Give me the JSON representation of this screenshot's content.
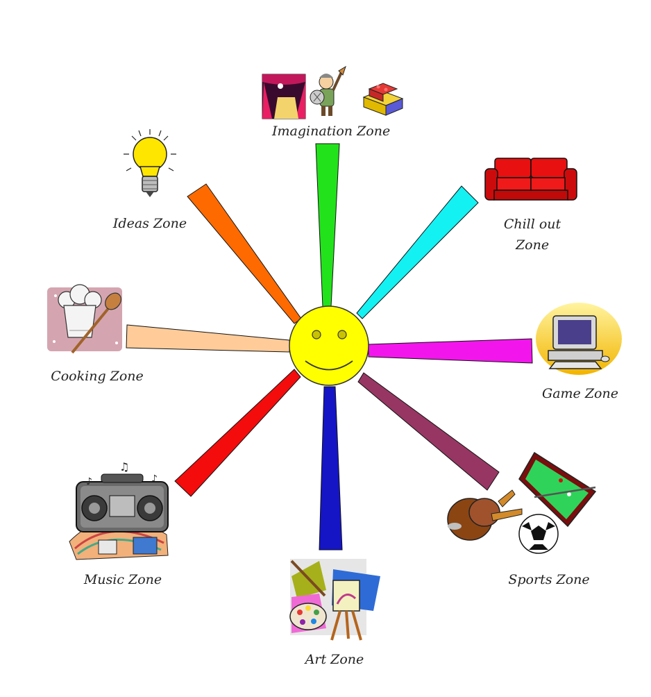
{
  "diagram": {
    "zones": [
      {
        "id": "imagination",
        "label": "Imagination Zone",
        "ray_color": "#22e31b",
        "icon": "theatre-knight-blocks-icon"
      },
      {
        "id": "chill",
        "label_line1": "Chill out",
        "label_line2": "Zone",
        "ray_color": "#14f1f3",
        "icon": "sofa-icon"
      },
      {
        "id": "game",
        "label": "Game Zone",
        "ray_color": "#f316ec",
        "icon": "computer-icon"
      },
      {
        "id": "sports",
        "label": "Sports Zone",
        "ray_color": "#973663",
        "icon": "sports-equipment-icon"
      },
      {
        "id": "art",
        "label": "Art Zone",
        "ray_color": "#1515c6",
        "icon": "easel-palette-icon"
      },
      {
        "id": "music",
        "label": "Music Zone",
        "ray_color": "#f40c0c",
        "icon": "boombox-icon"
      },
      {
        "id": "cooking",
        "label": "Cooking Zone",
        "ray_color": "#ffcc99",
        "icon": "chef-hat-spoon-icon"
      },
      {
        "id": "ideas",
        "label": "Ideas Zone",
        "ray_color": "#fe6a00",
        "icon": "lightbulb-icon"
      }
    ],
    "sun": {
      "face_color": "#ffff00",
      "icon": "smiley-face-icon"
    }
  }
}
